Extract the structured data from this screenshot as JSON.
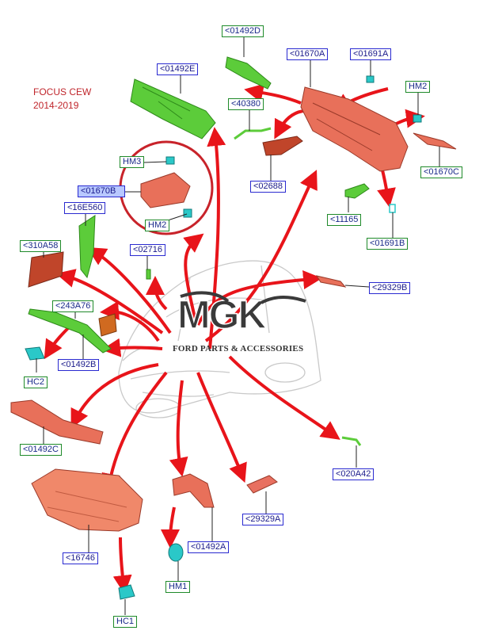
{
  "header": {
    "model": "FOCUS CEW",
    "years": "2014-2019"
  },
  "logo": {
    "brand": "MGK",
    "tagline": "FORD PARTS & ACCESSORIES"
  },
  "colors": {
    "arrow": "#e8141a",
    "part_orange": "#e8705a",
    "part_green": "#5ccc3a",
    "part_cyan": "#2ac8c8",
    "circle": "#c8232a"
  },
  "labels": {
    "l01492D": "<01492D",
    "l01670A": "<01670A",
    "l01691A": "<01691A",
    "l01492E": "<01492E",
    "lHM2a": "HM2",
    "l40380": "<40380",
    "lHM3": "HM3",
    "l01670B": "<01670B",
    "lHM2b": "HM2",
    "l02688": "<02688",
    "l01670C": "<01670C",
    "l16E560": "<16E560",
    "l11165": "<11165",
    "l01691B": "<01691B",
    "l310A58": "<310A58",
    "l02716": "<02716",
    "l29329B": "<29329B",
    "l243A76": "<243A76",
    "lHC2": "HC2",
    "l01492B": "<01492B",
    "l01492C": "<01492C",
    "l020A42": "<020A42",
    "l29329A": "<29329A",
    "l16746": "<16746",
    "l01492A": "<01492A",
    "lHM1": "HM1",
    "lHC1": "HC1"
  }
}
